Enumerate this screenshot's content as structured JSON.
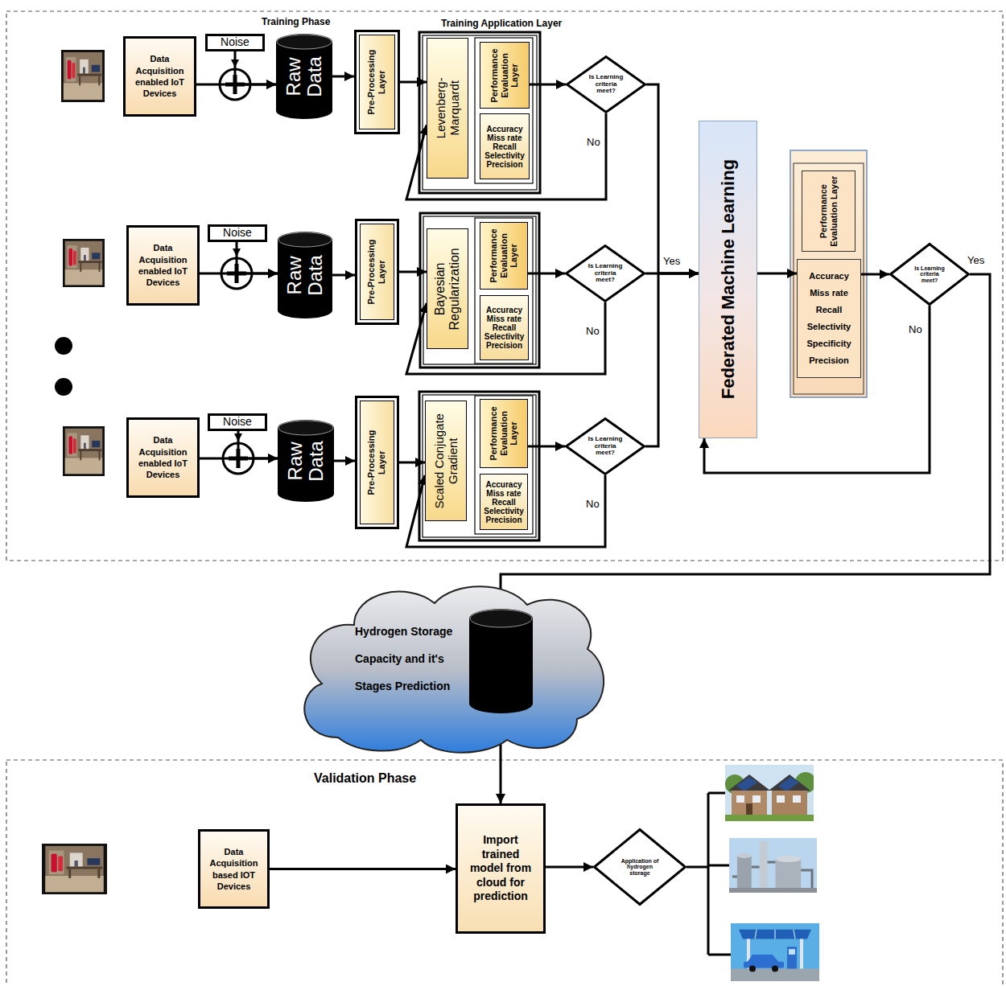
{
  "diagram": {
    "nodes": [
      {
        "text": [
          "Data Acquisition enabled IoT Devices"
        ]
      },
      {
        "text": [
          "Noise"
        ]
      },
      {
        "text": [
          "Raw Data"
        ]
      },
      {
        "text": [
          "Pre-Processing Layer"
        ]
      },
      {
        "text": [
          "Levenberg-Marquardt"
        ]
      },
      {
        "text": [
          "Performance Evaluation Layer"
        ]
      },
      {
        "text": [
          "Accuracy Miss rate Recall Selectivity Precision"
        ]
      },
      {
        "text": [
          "Is Learning criteria meet?"
        ]
      },
      {
        "text": [
          "Data Acquisition enabled IoT Devices"
        ]
      },
      {
        "text": [
          "Noise"
        ]
      },
      {
        "text": [
          "Raw Data"
        ]
      },
      {
        "text": [
          "Pre-Processing Layer"
        ]
      },
      {
        "text": [
          "Bayesian Regularization"
        ]
      },
      {
        "text": [
          "Performance Evaluation Layer"
        ]
      },
      {
        "text": [
          "Accuracy Miss rate Recall Selectivity Precision"
        ]
      },
      {
        "text": [
          "Is Learning criteria meet?"
        ]
      },
      {
        "text": [
          "Data Acquisition enabled IoT Devices"
        ]
      },
      {
        "text": [
          "Noise"
        ]
      },
      {
        "text": [
          "Raw Data"
        ]
      },
      {
        "text": [
          "Pre-Processing Layer"
        ]
      },
      {
        "text": [
          "Scaled Conjugate Gradient"
        ]
      },
      {
        "text": [
          "Performance Evaluation Layer"
        ]
      },
      {
        "text": [
          "Accuracy Miss rate Recall Selectivity Precision"
        ]
      },
      {
        "text": [
          "Is Learning criteria meet?"
        ]
      },
      {
        "text": [
          "Federated Machine Learning"
        ]
      },
      {
        "text": [
          "Performance Evaluation Layer"
        ]
      },
      {
        "text": [
          "Accuracy Miss rate Recall Selectivity Specificity Precision"
        ]
      },
      {
        "text": [
          "Is Learning criteria meet?"
        ]
      },
      {
        "text": [
          "Hydrogen Storage Capacity and it's Stages Prediction"
        ]
      },
      {
        "text": [
          "Data Acquisition based IOT Devices"
        ]
      },
      {
        "text": [
          "Import trained model from cloud for prediction"
        ]
      },
      {
        "text": [
          "Application of hydrogen storage"
        ]
      }
    ],
    "edges": [
      {
        "from": 0,
        "to": 2,
        "arrow": "to"
      },
      {
        "from": 1,
        "to": 2,
        "arrow": "to"
      },
      {
        "from": 2,
        "to": 3,
        "arrow": "to"
      },
      {
        "from": 3,
        "to": 4,
        "arrow": "to"
      },
      {
        "from": 5,
        "to": 7,
        "arrow": "to"
      },
      {
        "from": 7,
        "to": 4,
        "label": "No",
        "arrow": "to"
      },
      {
        "from": 7,
        "to": 24,
        "arrow": "to"
      },
      {
        "from": 8,
        "to": 10,
        "arrow": "to"
      },
      {
        "from": 9,
        "to": 10,
        "arrow": "to"
      },
      {
        "from": 10,
        "to": 11,
        "arrow": "to"
      },
      {
        "from": 11,
        "to": 12,
        "arrow": "to"
      },
      {
        "from": 13,
        "to": 15,
        "arrow": "to"
      },
      {
        "from": 15,
        "to": 12,
        "label": "No",
        "arrow": "to"
      },
      {
        "from": 15,
        "to": 24,
        "label": "Yes",
        "arrow": "to"
      },
      {
        "from": 16,
        "to": 18,
        "arrow": "to"
      },
      {
        "from": 17,
        "to": 18,
        "arrow": "to"
      },
      {
        "from": 18,
        "to": 19,
        "arrow": "to"
      },
      {
        "from": 19,
        "to": 20,
        "arrow": "to"
      },
      {
        "from": 21,
        "to": 23,
        "arrow": "to"
      },
      {
        "from": 23,
        "to": 20,
        "label": "No",
        "arrow": "to"
      },
      {
        "from": 23,
        "to": 24,
        "arrow": "to"
      },
      {
        "from": 24,
        "to": 26,
        "arrow": "to"
      },
      {
        "from": 26,
        "to": 27,
        "arrow": "to"
      },
      {
        "from": 27,
        "to": 24,
        "label": "No",
        "arrow": "to"
      },
      {
        "from": 27,
        "to": 28,
        "label": "Yes",
        "arrow": "to"
      },
      {
        "from": 28,
        "to": 30,
        "arrow": "to"
      },
      {
        "from": 29,
        "to": 30,
        "arrow": "to"
      },
      {
        "from": 30,
        "to": 31,
        "arrow": "to"
      }
    ],
    "labels": [
      "Training Phase",
      "Training Application Layer",
      "Validation Phase"
    ]
  }
}
